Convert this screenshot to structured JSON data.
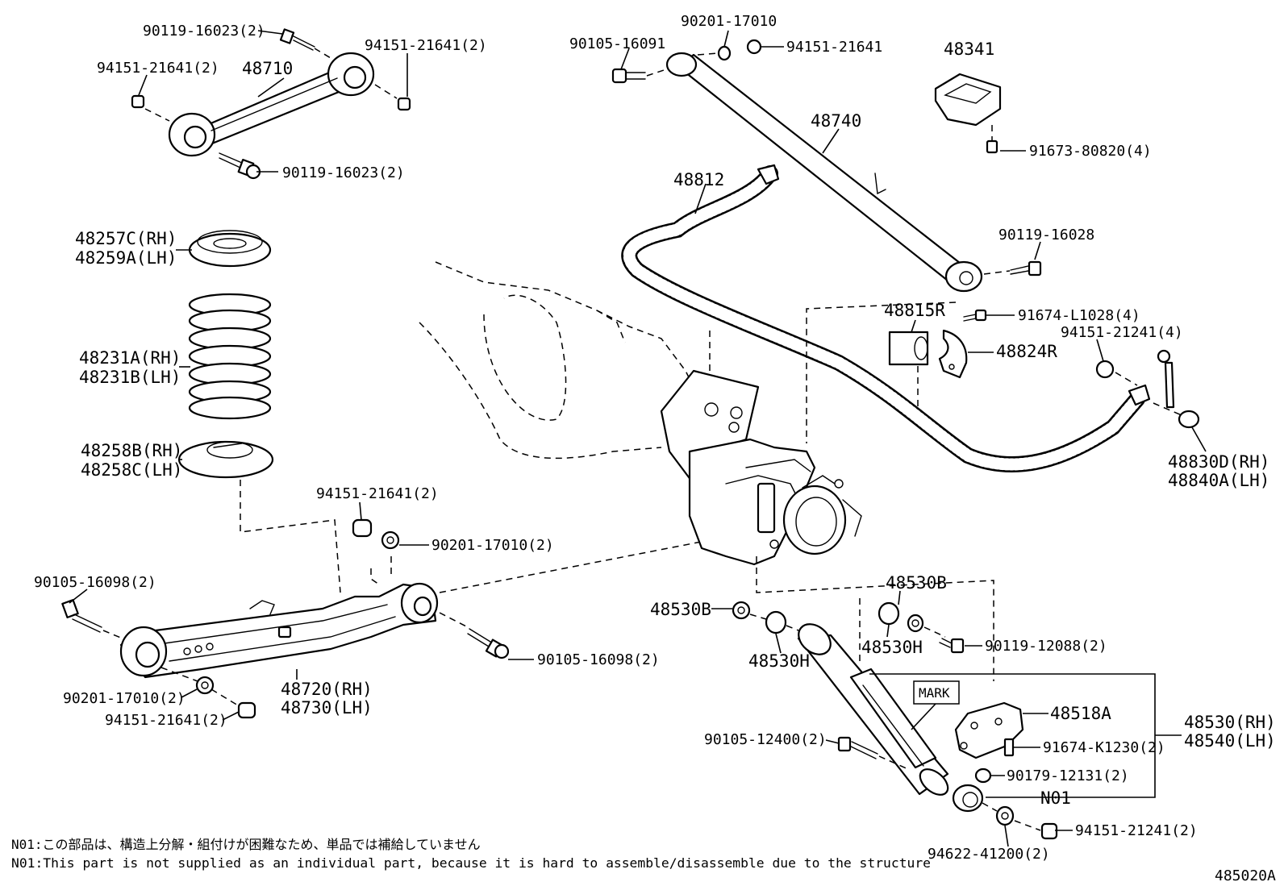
{
  "labels": {
    "l01": "90119-16023(2)",
    "l02": "94151-21641(2)",
    "l03": "94151-21641(2)",
    "l04": "48710",
    "l05": "90119-16023(2)",
    "l06": "90105-16091",
    "l07": "90201-17010",
    "l08": "94151-21641",
    "l09": "48341",
    "l10": "48740",
    "l11": "91673-80820(4)",
    "l12": "48812",
    "l13": "48257C(RH)",
    "l14": "48259A(LH)",
    "l15": "90119-16028",
    "l16": "48815R",
    "l17": "91674-L1028(4)",
    "l18": "94151-21241(4)",
    "l19": "48824R",
    "l20": "48231A(RH)",
    "l21": "48231B(LH)",
    "l22": "48258B(RH)",
    "l23": "48258C(LH)",
    "l24": "48830D(RH)",
    "l25": "48840A(LH)",
    "l26": "94151-21641(2)",
    "l27": "90201-17010(2)",
    "l28": "90105-16098(2)",
    "l29": "48530B",
    "l30": "48530B",
    "l31": "90105-16098(2)",
    "l32": "48530H",
    "l33": "48530H",
    "l34": "90119-12088(2)",
    "l35": "90201-17010(2)",
    "l36": "48720(RH)",
    "l37": "48730(LH)",
    "l38": "94151-21641(2)",
    "l39": "MARK",
    "l40": "48518A",
    "l41": "48530(RH)",
    "l42": "48540(LH)",
    "l43": "90105-12400(2)",
    "l44": "91674-K1230(2)",
    "l45": "90179-12131(2)",
    "l46": "N01",
    "l47": "94151-21241(2)",
    "l48": "94622-41200(2)"
  },
  "notes": {
    "jp": "N01:この部品は、構造上分解・組付けが困難なため、単品では補給していません",
    "en": "N01:This part is not supplied as an individual part, because it is hard to assemble/disassemble due to the structure"
  },
  "figure_id": "485020A"
}
